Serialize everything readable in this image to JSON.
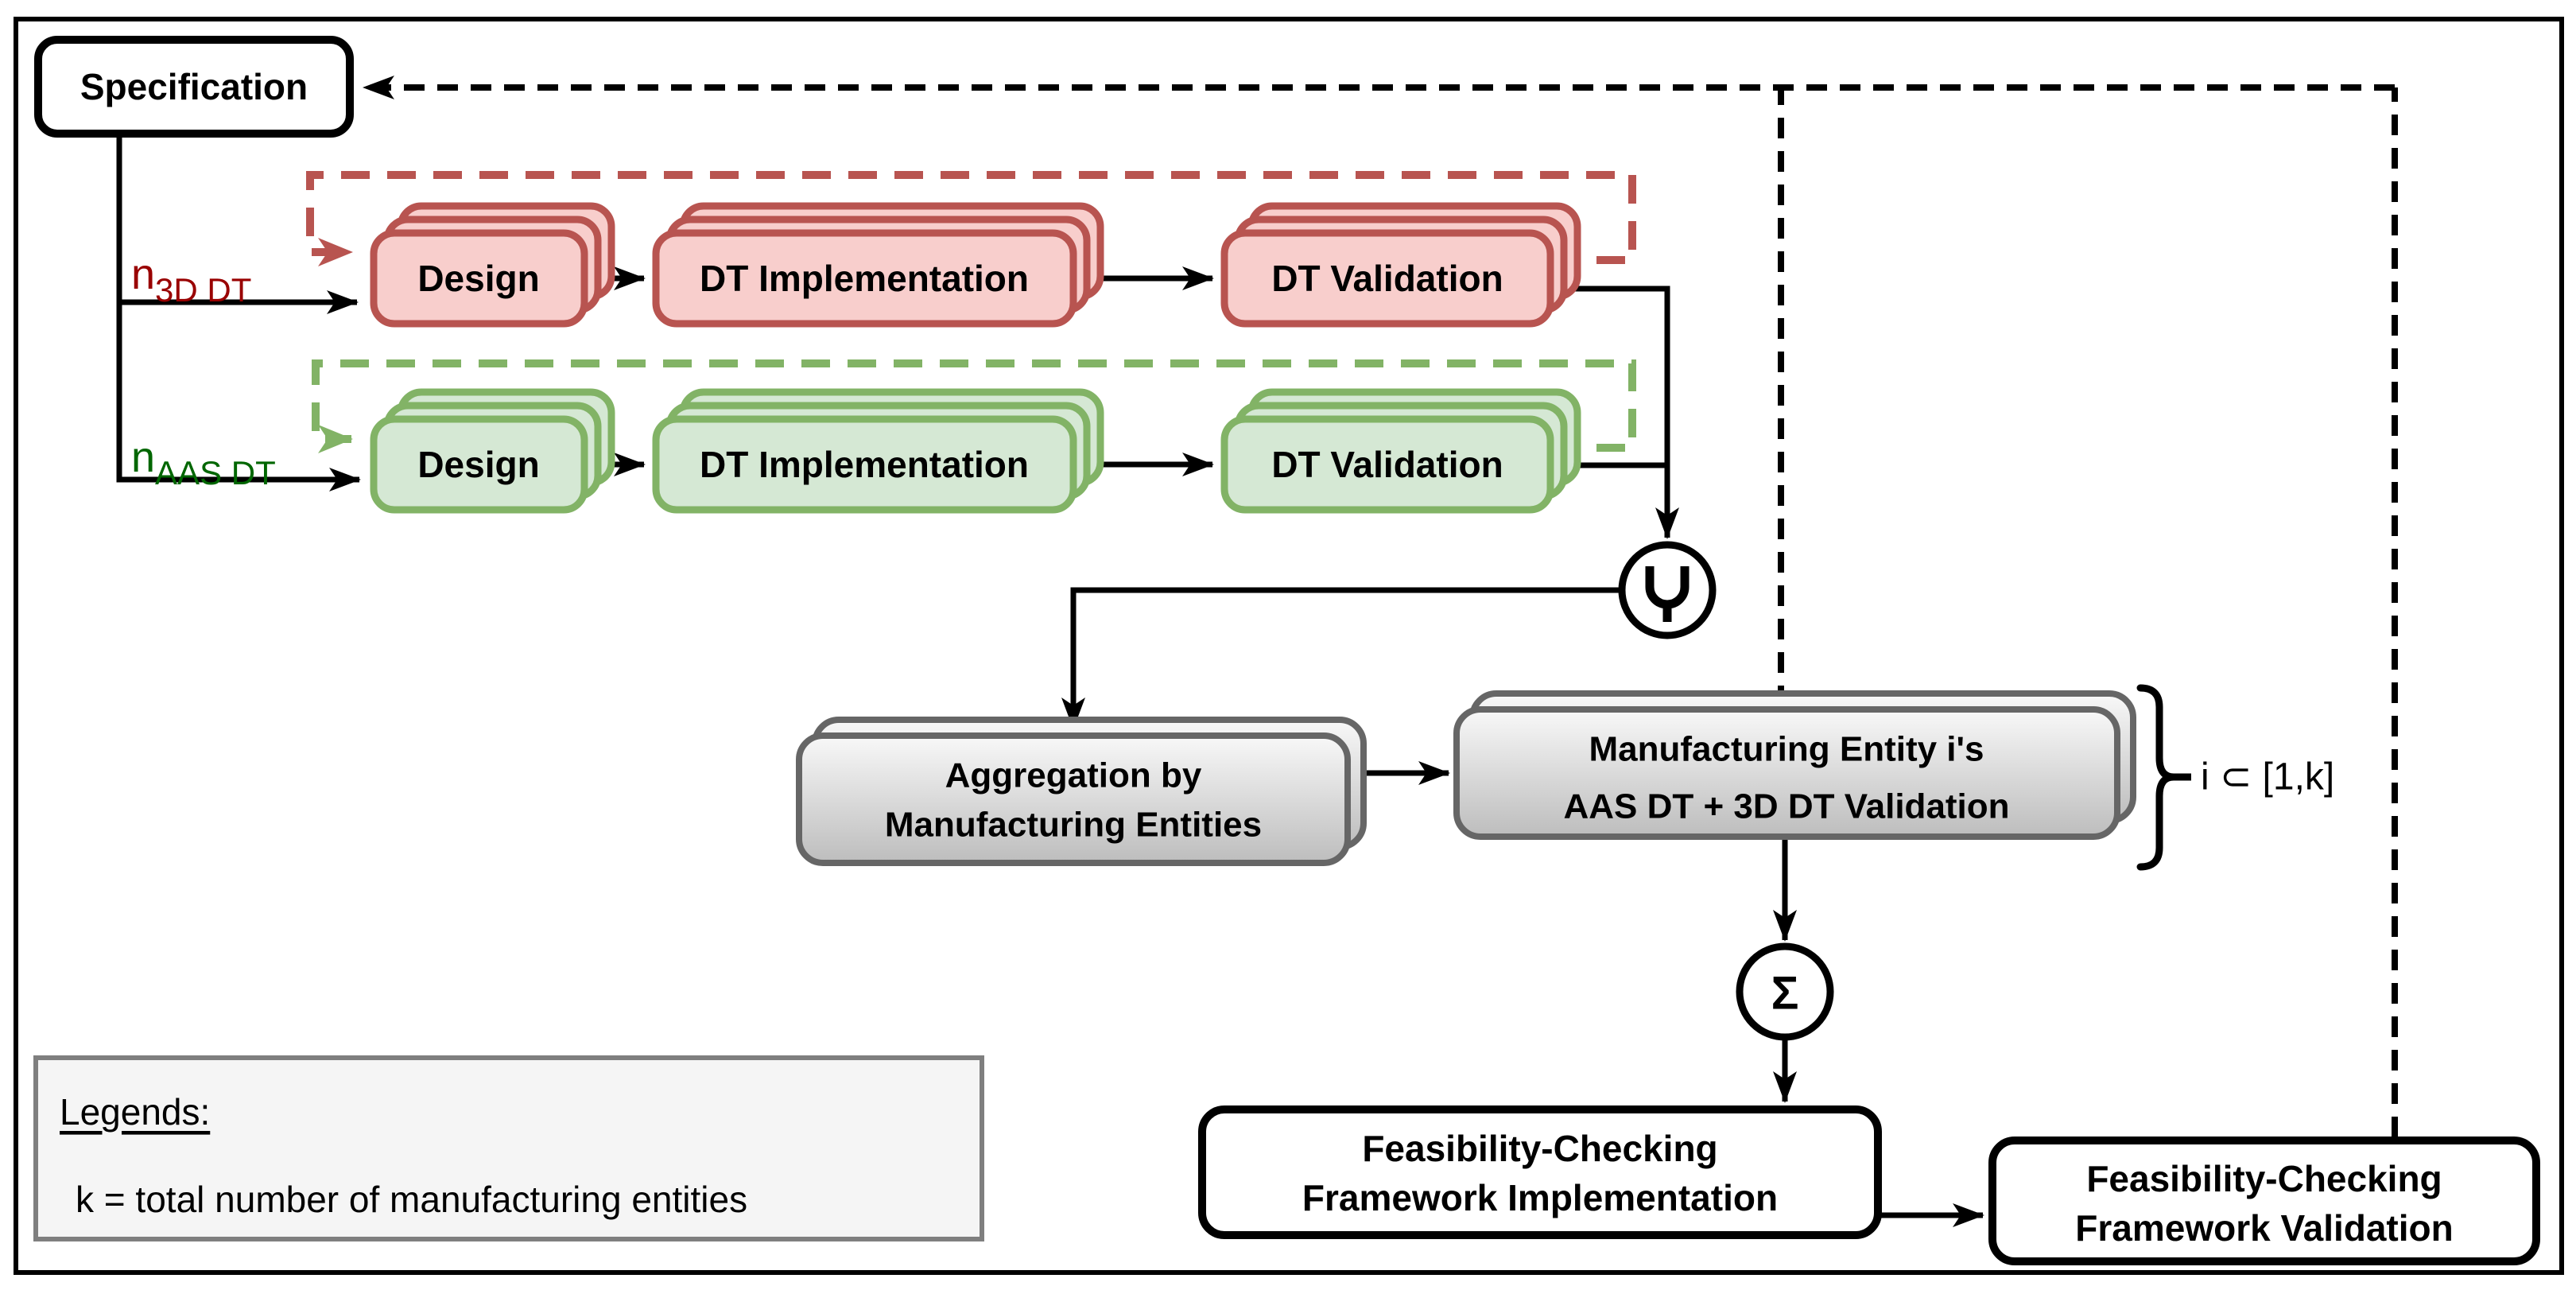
{
  "colors": {
    "black": "#000000",
    "red-stroke": "#b85450",
    "red-fill": "#f8cecc",
    "red-label": "#990000",
    "green-stroke": "#82b366",
    "green-fill": "#d5e8d4",
    "green-label": "#006600",
    "gray-stroke": "#666666",
    "gray-fill-top": "#f8f8f8",
    "gray-fill-bottom": "#bdbdbd",
    "legend-fill": "#f5f5f5",
    "legend-stroke": "#7f7f7f"
  },
  "specification": {
    "label": "Specification"
  },
  "tracks": {
    "red": {
      "count_label": {
        "base": "n",
        "sub": "3D DT"
      },
      "stages": [
        "Design",
        "DT Implementation",
        "DT Validation"
      ]
    },
    "green": {
      "count_label": {
        "base": "n",
        "sub": "AAS DT"
      },
      "stages": [
        "Design",
        "DT Implementation",
        "DT Validation"
      ]
    }
  },
  "merge_node": {
    "icon": "fork-merge"
  },
  "aggregation": {
    "line1": "Aggregation by",
    "line2": "Manufacturing Entities"
  },
  "manufacturing_entity": {
    "line1": "Manufacturing Entity i's",
    "line2": "AAS DT + 3D DT Validation"
  },
  "range_annotation": {
    "label": "i ⊂ [1,k]"
  },
  "sum_node": {
    "symbol": "Σ"
  },
  "feasibility_implementation": {
    "line1": "Feasibility-Checking",
    "line2": "Framework Implementation"
  },
  "feasibility_validation": {
    "line1": "Feasibility-Checking",
    "line2": "Framework Validation"
  },
  "legends": {
    "title": "Legends:",
    "entries": [
      "k = total number of manufacturing entities"
    ]
  }
}
